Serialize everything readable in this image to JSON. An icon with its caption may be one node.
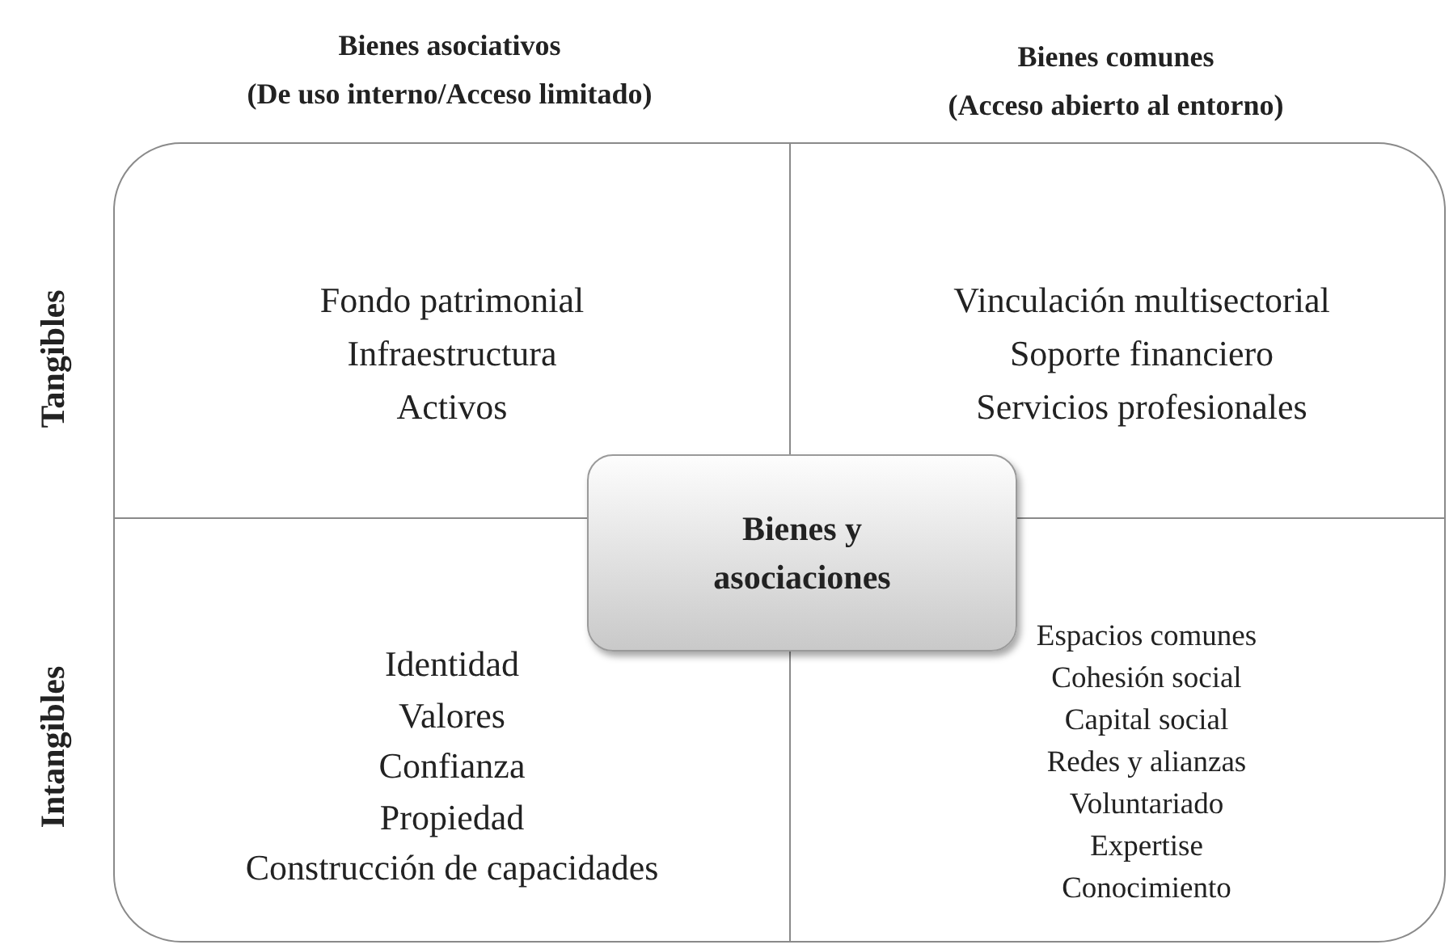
{
  "diagram": {
    "nodes": [
      {
        "text": [],
        "shape": "box"
      },
      {
        "text": [
          "Fondo patrimonial",
          "Infraestructura",
          "Activos"
        ],
        "in": 0
      },
      {
        "text": [
          "Vinculación multisectorial",
          "Soporte financiero",
          "Servicios profesionales"
        ],
        "in": 0
      },
      {
        "text": [
          "Identidad",
          "Valores",
          "Confianza",
          "Propiedad",
          "Construcción de capacidades"
        ],
        "in": 0
      },
      {
        "text": [
          "Espacios comunes",
          "Cohesión social",
          "Capital social",
          "Redes y alianzas",
          "Voluntariado",
          "Expertise",
          "Conocimiento"
        ],
        "in": 0
      },
      {
        "text": [
          "Bienes y asociaciones"
        ],
        "in": 0
      }
    ],
    "edges": [],
    "labels": [
      "Bienes asociativos (De uso interno/Acceso limitado)",
      "Bienes comunes (Acceso abierto al entorno)",
      "Tangibles",
      "Intangibles"
    ]
  }
}
